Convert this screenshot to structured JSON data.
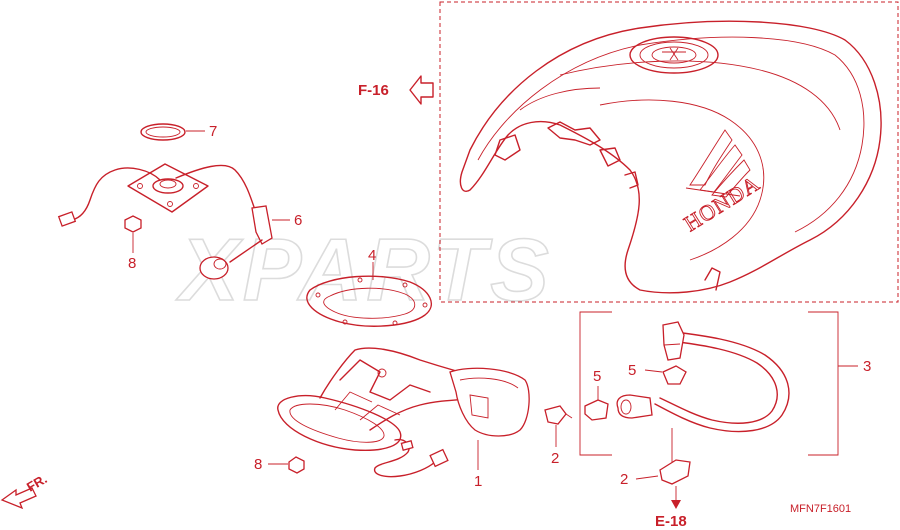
{
  "watermark": "XPARTS",
  "references": {
    "front_ref": "F-16",
    "bottom_ref": "E-18",
    "direction": "FR."
  },
  "tank_brand": "HONDA",
  "diagram_code": "MFN7F1601",
  "callouts": {
    "c1": "1",
    "c2a": "2",
    "c2b": "2",
    "c3": "3",
    "c4": "4",
    "c5a": "5",
    "c5b": "5",
    "c6": "6",
    "c7": "7",
    "c8a": "8",
    "c8b": "8"
  },
  "colors": {
    "line": "#c8202a",
    "watermark": "#dcdcdc",
    "background": "#ffffff"
  }
}
